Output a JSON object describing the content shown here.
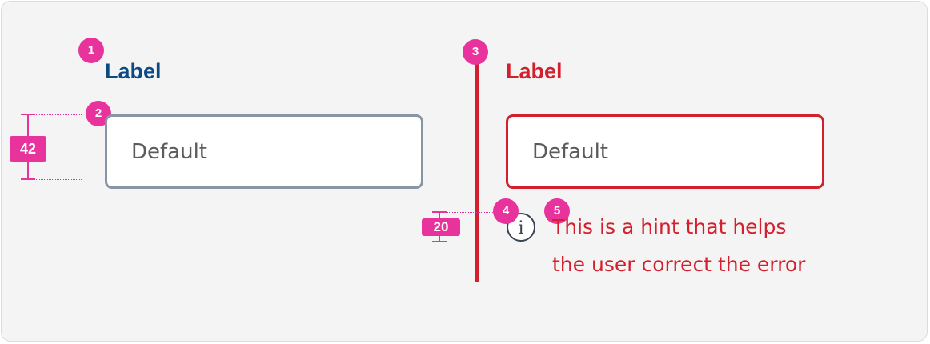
{
  "colors": {
    "accent_pink": "#e8339c",
    "label_default": "#0b4a85",
    "error_red": "#d4202e",
    "border_default": "#8795a4"
  },
  "annotations": {
    "badge_1": "1",
    "badge_2": "2",
    "badge_3": "3",
    "badge_4": "4",
    "badge_5": "5",
    "height_measure": "42",
    "icon_measure": "20"
  },
  "default_field": {
    "label": "Label",
    "value": "Default"
  },
  "error_field": {
    "label": "Label",
    "value": "Default",
    "info_icon": "info-icon",
    "hint_line_1": "This is a hint that helps",
    "hint_line_2": "the user correct the error"
  }
}
